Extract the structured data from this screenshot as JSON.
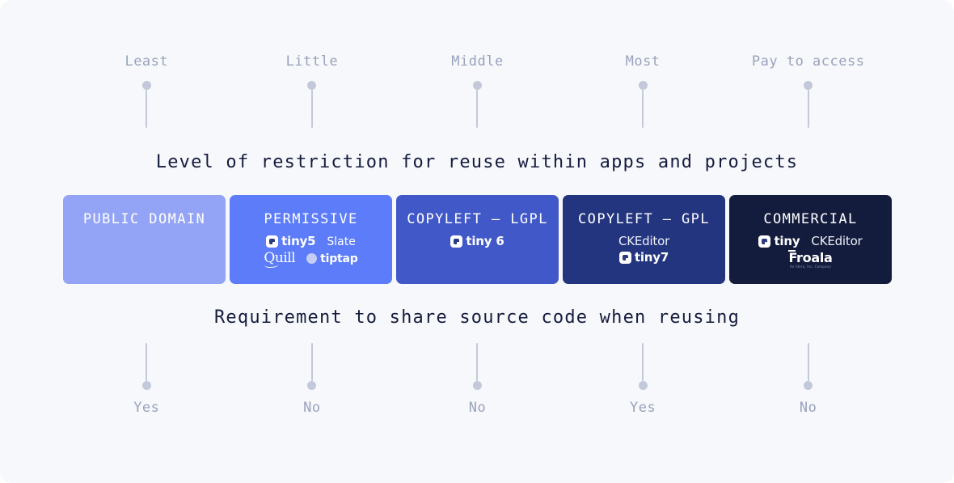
{
  "scale_top": {
    "items": [
      {
        "label": "Least"
      },
      {
        "label": "Little"
      },
      {
        "label": "Middle"
      },
      {
        "label": "Most"
      },
      {
        "label": "Pay to access"
      }
    ]
  },
  "caption_top": "Level of restriction for reuse within apps and projects",
  "caption_bottom": "Requirement to share source code when reusing",
  "scale_bottom": {
    "items": [
      {
        "label": "Yes"
      },
      {
        "label": "No"
      },
      {
        "label": "No"
      },
      {
        "label": "Yes"
      },
      {
        "label": "No"
      }
    ]
  },
  "license_boxes": [
    {
      "title": "PUBLIC DOMAIN",
      "color": "#93a4f6",
      "rows": []
    },
    {
      "title": "PERMISSIVE",
      "color": "#5c7cfa",
      "rows": [
        [
          {
            "brand": "tiny",
            "label": "tiny5"
          },
          {
            "brand": "slate",
            "label": "Slate"
          }
        ],
        [
          {
            "brand": "quill",
            "label": "Quill"
          },
          {
            "brand": "tiptap",
            "label": "tiptap"
          }
        ]
      ]
    },
    {
      "title": "COPYLEFT — LGPL",
      "color": "#4159c8",
      "rows": [
        [
          {
            "brand": "tiny",
            "label": "tiny 6"
          }
        ]
      ]
    },
    {
      "title": "COPYLEFT — GPL",
      "color": "#23357e",
      "rows": [
        [
          {
            "brand": "ckeditor",
            "label": "CKEditor"
          }
        ],
        [
          {
            "brand": "tiny",
            "label": "tiny7"
          }
        ]
      ]
    },
    {
      "title": "COMMERCIAL",
      "color": "#131c3d",
      "rows": [
        [
          {
            "brand": "tiny",
            "label": "tiny"
          },
          {
            "brand": "ckeditor",
            "label": "CKEditor"
          }
        ],
        [
          {
            "brand": "froala",
            "label": "Froala",
            "sublabel": "An Idera, Inc. Company"
          }
        ]
      ]
    }
  ],
  "colors": {
    "background": "#f7f8fb",
    "caption_text": "#151c3f",
    "scale_text": "#9aa3bd",
    "pin": "#c3c9da"
  }
}
